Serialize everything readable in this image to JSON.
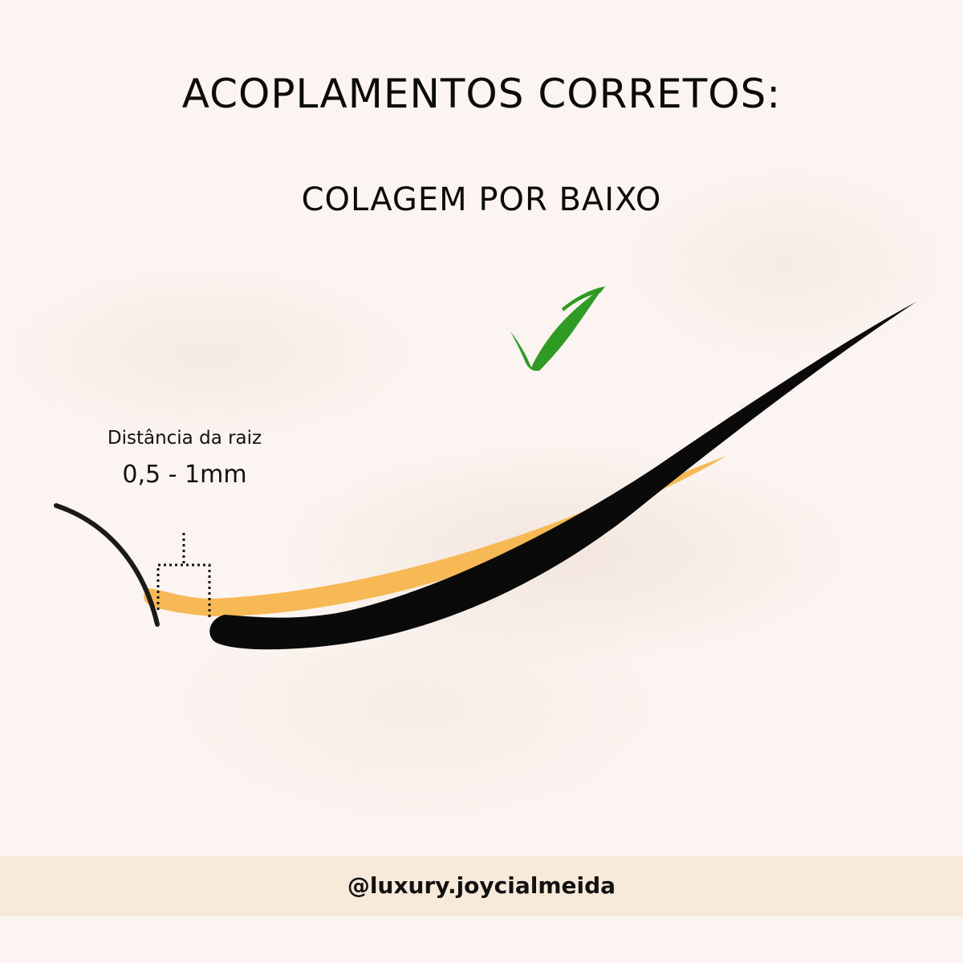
{
  "header": {
    "title": "ACOPLAMENTOS CORRETOS:",
    "subtitle": "COLAGEM POR BAIXO"
  },
  "diagram": {
    "distance_label": "Distância da raiz",
    "distance_value": "0,5 - 1mm",
    "check_icon": "check-icon",
    "colors": {
      "check": "#2f9a24",
      "extension_lash": "#0a0a0a",
      "natural_lash": "#f7b955",
      "natural_base_lash": "#1a1a1a"
    }
  },
  "footer": {
    "handle": "@luxury.joycialmeida"
  }
}
